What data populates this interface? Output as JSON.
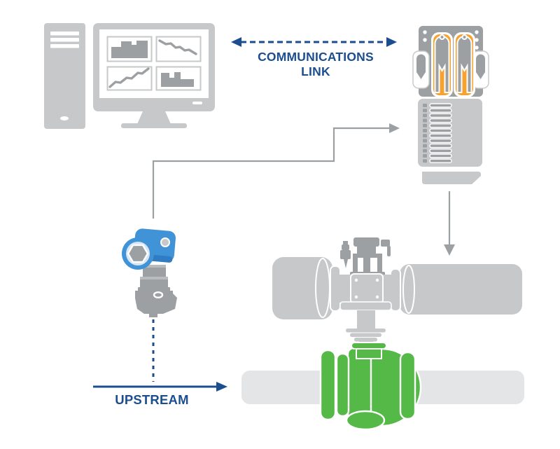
{
  "labels": {
    "communications_link_line1": "COMMUNICATIONS",
    "communications_link_line2": "LINK",
    "upstream": "UPSTREAM"
  },
  "colors": {
    "accent-blue": "#1B4E8F",
    "equipment-gray": "#C6C8CA",
    "detail-gray": "#9DA0A3",
    "light-gray": "#B9BCBE",
    "pipe-gray": "#E4E5E6",
    "transmitter-blue": "#4193D7",
    "transmitter-blue-dark": "#2F7CC2",
    "transmitter-face": "#D7E6F4",
    "module-orange": "#F7A12F",
    "valve-green": "#55B948",
    "background": "#FFFFFF"
  },
  "diagram": {
    "nodes": [
      {
        "id": "operator-workstation",
        "description": "Desktop PC tower and monitor showing four trend charts"
      },
      {
        "id": "flow-computer",
        "description": "Flow computer / RTU with two orange plug-in modules and terminal rows"
      },
      {
        "id": "pressure-transmitter",
        "description": "Blue pressure transmitter on gray manifold"
      },
      {
        "id": "actuated-valve",
        "description": "Gray pneumatic actuator on green ball valve"
      },
      {
        "id": "pipeline",
        "description": "Horizontal process pipe"
      }
    ],
    "connections": [
      {
        "from": "operator-workstation",
        "to": "flow-computer",
        "style": "dashed-double-arrow",
        "color": "accent-blue",
        "label": "COMMUNICATIONS LINK"
      },
      {
        "from": "pressure-transmitter",
        "to": "flow-computer",
        "style": "solid-elbow-arrow",
        "color": "detail-gray"
      },
      {
        "from": "flow-computer",
        "to": "actuated-valve",
        "style": "solid-arrow",
        "color": "detail-gray"
      },
      {
        "from": "pressure-transmitter",
        "to": "pipeline",
        "style": "dashed-line",
        "color": "accent-blue"
      },
      {
        "from": "upstream",
        "to": "pipeline",
        "style": "solid-arrow",
        "color": "accent-blue",
        "label": "UPSTREAM"
      }
    ],
    "monitor_charts": [
      {
        "type": "bar"
      },
      {
        "type": "line",
        "trend": "down"
      },
      {
        "type": "line",
        "trend": "up"
      },
      {
        "type": "bar"
      }
    ]
  }
}
